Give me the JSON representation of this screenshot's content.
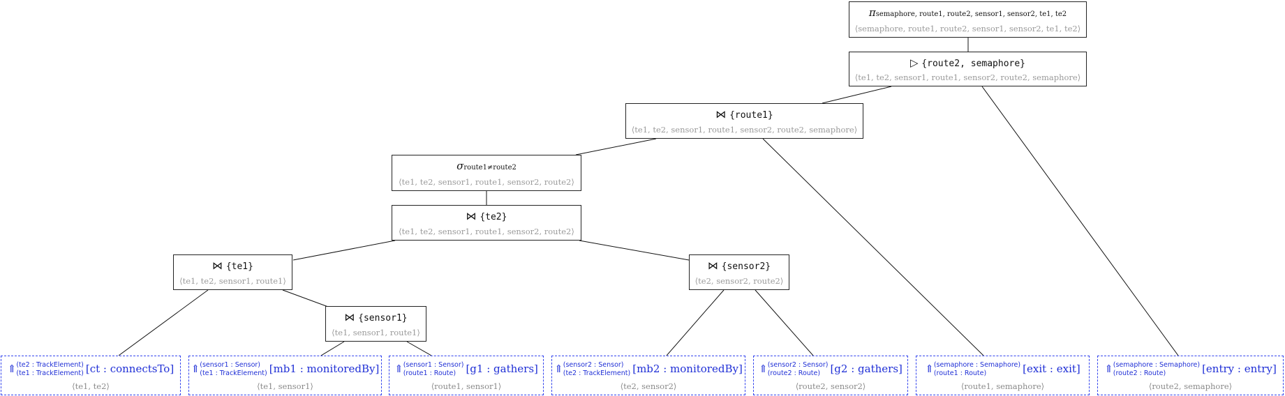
{
  "nodes": {
    "projection": {
      "symbol": "π",
      "attrs": "semaphore, route1, route2, sensor1, sensor2, te1, te2",
      "vars": "⟨semaphore, route1, route2, sensor1, sensor2, te1, te2⟩"
    },
    "antijoin": {
      "symbol": "▷",
      "keys": "{route2, semaphore}",
      "vars": "⟨te1, te2, sensor1, route1, sensor2, route2, semaphore⟩"
    },
    "join_route1": {
      "symbol": "⋈",
      "keys": "{route1}",
      "vars": "⟨te1, te2, sensor1, route1, sensor2, route2, semaphore⟩"
    },
    "selection": {
      "symbol": "σ",
      "cond": "route1≠route2",
      "vars": "⟨te1, te2, sensor1, route1, sensor2, route2⟩"
    },
    "join_te2": {
      "symbol": "⋈",
      "keys": "{te2}",
      "vars": "⟨te1, te2, sensor1, route1, sensor2, route2⟩"
    },
    "join_te1": {
      "symbol": "⋈",
      "keys": "{te1}",
      "vars": "⟨te1, te2, sensor1, route1⟩"
    },
    "join_sensor2": {
      "symbol": "⋈",
      "keys": "{sensor2}",
      "vars": "⟨te2, sensor2, route2⟩"
    },
    "join_sensor1": {
      "symbol": "⋈",
      "keys": "{sensor1}",
      "vars": "⟨te1, sensor1, route1⟩"
    }
  },
  "leaves": [
    {
      "arrow": "⇑",
      "up": "(te2 : TrackElement)",
      "down": "(te1 : TrackElement)",
      "edge": "[ct : connectsTo]",
      "vars": "⟨te1, te2⟩"
    },
    {
      "arrow": "⇑",
      "up": "(sensor1 : Sensor)",
      "down": "(te1 : TrackElement)",
      "edge": "[mb1 : monitoredBy]",
      "vars": "⟨te1, sensor1⟩"
    },
    {
      "arrow": "⇑",
      "up": "(sensor1 : Sensor)",
      "down": "(route1 : Route)",
      "edge": "[g1 : gathers]",
      "vars": "⟨route1, sensor1⟩"
    },
    {
      "arrow": "⇑",
      "up": "(sensor2 : Sensor)",
      "down": "(te2 : TrackElement)",
      "edge": "[mb2 : monitoredBy]",
      "vars": "⟨te2, sensor2⟩"
    },
    {
      "arrow": "⇑",
      "up": "(sensor2 : Sensor)",
      "down": "(route2 : Route)",
      "edge": "[g2 : gathers]",
      "vars": "⟨route2, sensor2⟩"
    },
    {
      "arrow": "⇑",
      "up": "(semaphore : Semaphore)",
      "down": "(route1 : Route)",
      "edge": "[exit : exit]",
      "vars": "⟨route1, semaphore⟩"
    },
    {
      "arrow": "⇑",
      "up": "(semaphore : Semaphore)",
      "down": "(route2 : Route)",
      "edge": "[entry : entry]",
      "vars": "⟨route2, semaphore⟩"
    }
  ]
}
